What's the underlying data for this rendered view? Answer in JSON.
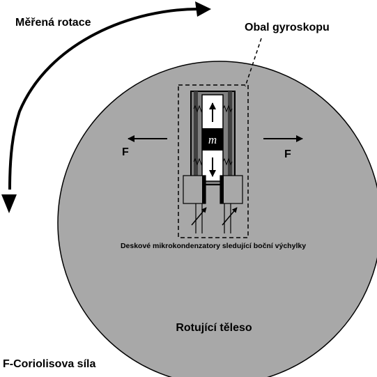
{
  "labels": {
    "measured_rotation": "Měřená rotace",
    "gyro_housing": "Obal gyroskopu",
    "mass": "m",
    "force_left": "F",
    "force_right": "F",
    "capacitors": "Deskové mikrokondenzatory sledující boční výchylky",
    "rotating_body": "Rotující těleso",
    "coriolis_legend": "F-Coriolisova síla"
  },
  "colors": {
    "body_fill": "#a8a8a8",
    "frame_dark": "#808080",
    "ink": "#000000",
    "background": "#ffffff"
  }
}
